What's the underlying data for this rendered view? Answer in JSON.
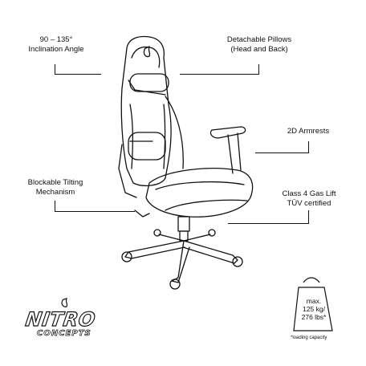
{
  "labels": {
    "inclination": [
      "90 – 135°",
      "Inclination Angle"
    ],
    "pillows": [
      "Detachable Pillows",
      "(Head and Back)"
    ],
    "armrests": "2D Armrests",
    "tilting": [
      "Blockable Tilting",
      "Mechanism"
    ],
    "gaslift": [
      "Class 4 Gas Lift",
      "TÜV certified"
    ]
  },
  "weight": {
    "line1": "max.",
    "line2": "125 kg/",
    "line3": "276 lbs*",
    "footnote": "*loading capacity"
  },
  "logo": {
    "word1": "NITRO",
    "word2": "CONCEPTS"
  }
}
